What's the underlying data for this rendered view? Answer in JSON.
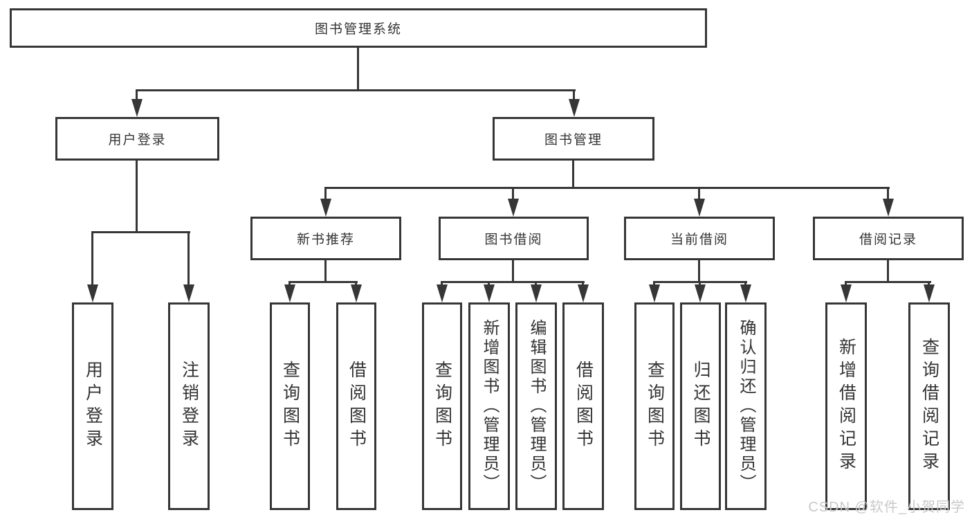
{
  "tree": {
    "root": {
      "label": "图书管理系统",
      "children": [
        {
          "label": "用户登录",
          "children": [
            {
              "label": "用户登录"
            },
            {
              "label": "注销登录"
            }
          ]
        },
        {
          "label": "图书管理",
          "children": [
            {
              "label": "新书推荐",
              "children": [
                {
                  "label": "查询图书"
                },
                {
                  "label": "借阅图书"
                }
              ]
            },
            {
              "label": "图书借阅",
              "children": [
                {
                  "label": "查询图书"
                },
                {
                  "label": "新增图书（管理员）"
                },
                {
                  "label": "编辑图书（管理员）"
                },
                {
                  "label": "借阅图书"
                }
              ]
            },
            {
              "label": "当前借阅",
              "children": [
                {
                  "label": "查询图书"
                },
                {
                  "label": "归还图书"
                },
                {
                  "label": "确认归还（管理员）"
                }
              ]
            },
            {
              "label": "借阅记录",
              "children": [
                {
                  "label": "新增借阅记录"
                },
                {
                  "label": "查询借阅记录"
                }
              ]
            }
          ]
        }
      ]
    }
  },
  "watermark": "CSDN @软件_小贺同学",
  "colors": {
    "line": "#363636",
    "text": "#333333",
    "box_background": "#ffffff",
    "watermark": "#c9c9c9",
    "background": "#ffffff"
  }
}
